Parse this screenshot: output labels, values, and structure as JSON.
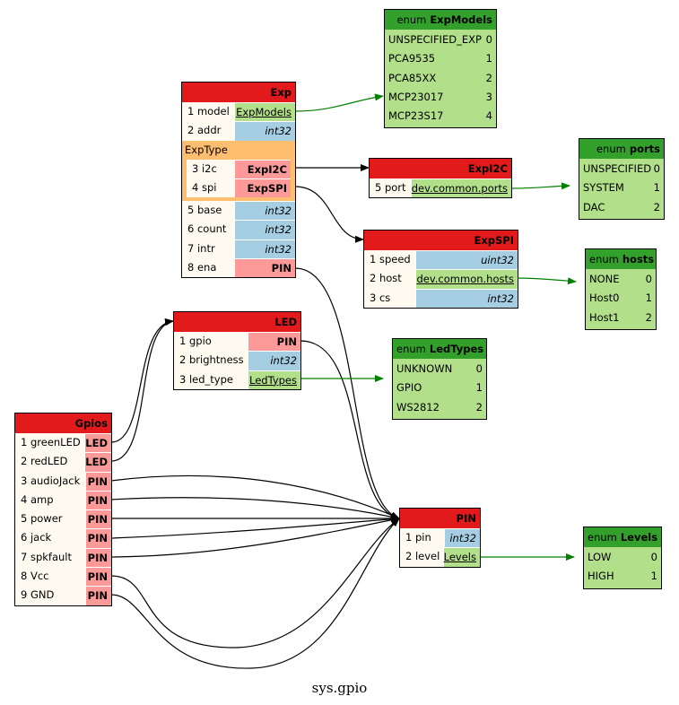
{
  "title": "sys.gpio",
  "colors": {
    "message_header": "#e31a1c",
    "enum_header": "#33a02c",
    "scalar": "#a6cee3",
    "message_ref": "#fb9a99",
    "enum_ref": "#b2df8a",
    "oneof": "#fdbf6f",
    "field_bg": "#fffaf0"
  },
  "nodes": {
    "ExpModels": {
      "kind": "enum",
      "prefix": "enum",
      "name": "ExpModels",
      "values": [
        [
          "UNSPECIFIED_EXP",
          "0"
        ],
        [
          "PCA9535",
          "1"
        ],
        [
          "PCA85XX",
          "2"
        ],
        [
          "MCP23017",
          "3"
        ],
        [
          "MCP23S17",
          "4"
        ]
      ]
    },
    "Exp": {
      "kind": "message",
      "name": "Exp",
      "rows": [
        {
          "label": "1 model",
          "type": "ExpModels",
          "style": "enum"
        },
        {
          "label": "2 addr",
          "type": "int32",
          "style": "scalar"
        },
        {
          "oneof": "ExpType",
          "rows": [
            {
              "label": "3 i2c",
              "type": "ExpI2C",
              "style": "msg"
            },
            {
              "label": "4 spi",
              "type": "ExpSPI",
              "style": "msg"
            }
          ]
        },
        {
          "label": "5 base",
          "type": "int32",
          "style": "scalar"
        },
        {
          "label": "6 count",
          "type": "int32",
          "style": "scalar"
        },
        {
          "label": "7 intr",
          "type": "int32",
          "style": "scalar"
        },
        {
          "label": "8 ena",
          "type": "PIN",
          "style": "msg"
        }
      ]
    },
    "ExpI2C": {
      "kind": "message",
      "name": "ExpI2C",
      "rows": [
        {
          "label": "5 port",
          "type": "dev.common.ports",
          "style": "enum"
        }
      ]
    },
    "ports": {
      "kind": "enum",
      "prefix": "enum",
      "name": "ports",
      "values": [
        [
          "UNSPECIFIED",
          "0"
        ],
        [
          "SYSTEM",
          "1"
        ],
        [
          "DAC",
          "2"
        ]
      ]
    },
    "ExpSPI": {
      "kind": "message",
      "name": "ExpSPI",
      "rows": [
        {
          "label": "1 speed",
          "type": "uint32",
          "style": "scalar"
        },
        {
          "label": "2 host",
          "type": "dev.common.hosts",
          "style": "enum"
        },
        {
          "label": "3 cs",
          "type": "int32",
          "style": "scalar"
        }
      ]
    },
    "hosts": {
      "kind": "enum",
      "prefix": "enum",
      "name": "hosts",
      "values": [
        [
          "NONE",
          "0"
        ],
        [
          "Host0",
          "1"
        ],
        [
          "Host1",
          "2"
        ]
      ]
    },
    "LED": {
      "kind": "message",
      "name": "LED",
      "rows": [
        {
          "label": "1 gpio",
          "type": "PIN",
          "style": "msg"
        },
        {
          "label": "2 brightness",
          "type": "int32",
          "style": "scalar"
        },
        {
          "label": "3 led_type",
          "type": "LedTypes",
          "style": "enum"
        }
      ]
    },
    "LedTypes": {
      "kind": "enum",
      "prefix": "enum",
      "name": "LedTypes",
      "values": [
        [
          "UNKNOWN",
          "0"
        ],
        [
          "GPIO",
          "1"
        ],
        [
          "WS2812",
          "2"
        ]
      ]
    },
    "Gpios": {
      "kind": "message",
      "name": "Gpios",
      "rows": [
        {
          "label": "1 greenLED",
          "type": "LED",
          "style": "msg"
        },
        {
          "label": "2 redLED",
          "type": "LED",
          "style": "msg"
        },
        {
          "label": "3 audioJack",
          "type": "PIN",
          "style": "msg"
        },
        {
          "label": "4 amp",
          "type": "PIN",
          "style": "msg"
        },
        {
          "label": "5 power",
          "type": "PIN",
          "style": "msg"
        },
        {
          "label": "6 jack",
          "type": "PIN",
          "style": "msg"
        },
        {
          "label": "7 spkfault",
          "type": "PIN",
          "style": "msg"
        },
        {
          "label": "8 Vcc",
          "type": "PIN",
          "style": "msg"
        },
        {
          "label": "9 GND",
          "type": "PIN",
          "style": "msg"
        }
      ]
    },
    "PIN": {
      "kind": "message",
      "name": "PIN",
      "rows": [
        {
          "label": "1 pin",
          "type": "int32",
          "style": "scalar"
        },
        {
          "label": "2 level",
          "type": "Levels",
          "style": "enum"
        }
      ]
    },
    "Levels": {
      "kind": "enum",
      "prefix": "enum",
      "name": "Levels",
      "values": [
        [
          "LOW",
          "0"
        ],
        [
          "HIGH",
          "1"
        ]
      ]
    }
  }
}
